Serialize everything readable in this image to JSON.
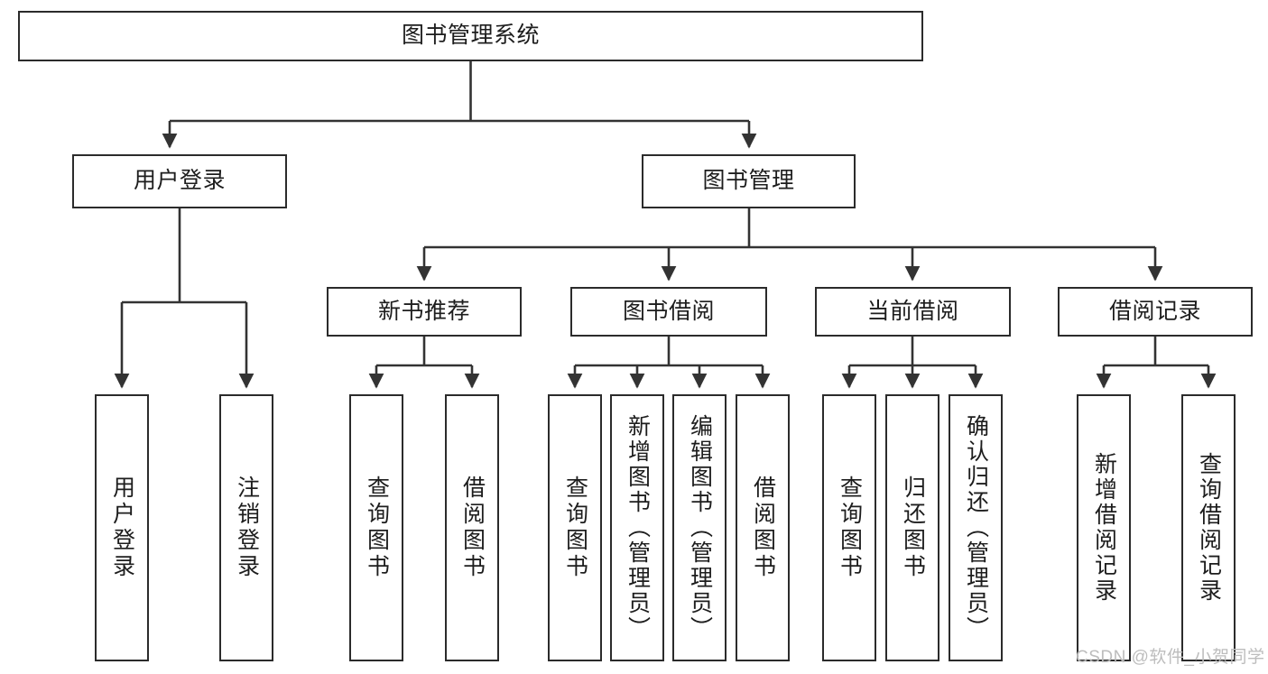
{
  "diagram": {
    "title": "图书管理系统",
    "type": "tree-hierarchy-chart",
    "watermark": "CSDN @软件_小贺同学",
    "colors": {
      "box_border": "#2b2b2b",
      "box_fill": "#ffffff",
      "connector": "#333333",
      "text": "#1d1d1d",
      "watermark": "#bdbdbd",
      "background": "#ffffff"
    },
    "root": {
      "label": "图书管理系统"
    },
    "level2": [
      {
        "label": "用户登录"
      },
      {
        "label": "图书管理"
      }
    ],
    "level3": [
      {
        "label": "新书推荐"
      },
      {
        "label": "图书借阅"
      },
      {
        "label": "当前借阅"
      },
      {
        "label": "借阅记录"
      }
    ],
    "leaves": {
      "user_login": [
        {
          "label": "用户登录"
        },
        {
          "label": "注销登录"
        }
      ],
      "new_book_recommend": [
        {
          "label": "查询图书"
        },
        {
          "label": "借阅图书"
        }
      ],
      "book_borrow": [
        {
          "label": "查询图书"
        },
        {
          "label": "新增图书（管理员）"
        },
        {
          "label": "编辑图书（管理员）"
        },
        {
          "label": "借阅图书"
        }
      ],
      "current_borrow": [
        {
          "label": "查询图书"
        },
        {
          "label": "归还图书"
        },
        {
          "label": "确认归还（管理员）"
        }
      ],
      "borrow_records": [
        {
          "label": "新增借阅记录"
        },
        {
          "label": "查询借阅记录"
        }
      ]
    }
  }
}
